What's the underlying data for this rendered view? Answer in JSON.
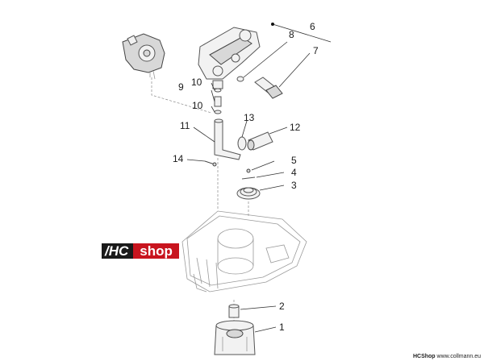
{
  "callouts": [
    {
      "id": "c6",
      "text": "6"
    },
    {
      "id": "c8",
      "text": "8"
    },
    {
      "id": "c7",
      "text": "7"
    },
    {
      "id": "c10a",
      "text": "10"
    },
    {
      "id": "c9",
      "text": "9"
    },
    {
      "id": "c10b",
      "text": "10"
    },
    {
      "id": "c11",
      "text": "11"
    },
    {
      "id": "c13",
      "text": "13"
    },
    {
      "id": "c12",
      "text": "12"
    },
    {
      "id": "c14",
      "text": "14"
    },
    {
      "id": "c5",
      "text": "5"
    },
    {
      "id": "c4",
      "text": "4"
    },
    {
      "id": "c3",
      "text": "3"
    },
    {
      "id": "c2",
      "text": "2"
    },
    {
      "id": "c1",
      "text": "1"
    }
  ],
  "logo": {
    "hc": "HC",
    "shop": "shop",
    "slash": "/"
  },
  "footer": {
    "brand": "HCShop",
    "url": "www.collmann.eu"
  }
}
